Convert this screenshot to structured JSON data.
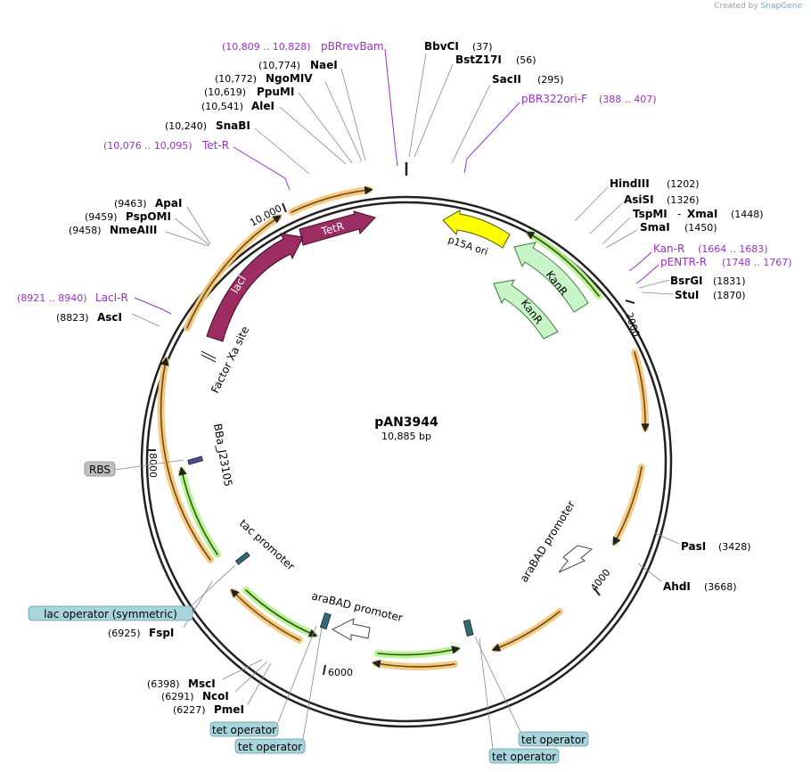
{
  "credit": {
    "prefix": "Created by",
    "brand": "SnapGene"
  },
  "plasmid": {
    "name": "pAN3944",
    "size": "10,885 bp",
    "length": 10885
  },
  "ticks": [
    "2000",
    "4000",
    "6000",
    "8000",
    "10,000"
  ],
  "enzymes_top": [
    {
      "name": "BbvCI",
      "pos": "(37)"
    },
    {
      "name": "BstZ17I",
      "pos": "(56)"
    },
    {
      "name": "SacII",
      "pos": "(295)"
    }
  ],
  "enzymes_right": [
    {
      "name": "HindIII",
      "pos": "(1202)"
    },
    {
      "name": "AsiSI",
      "pos": "(1326)"
    },
    {
      "name": "TspMI",
      "name2": "XmaI",
      "pos": "(1448)"
    },
    {
      "name": "SmaI",
      "pos": "(1450)"
    },
    {
      "name": "BsrGI",
      "pos": "(1831)"
    },
    {
      "name": "StuI",
      "pos": "(1870)"
    },
    {
      "name": "PasI",
      "pos": "(3428)"
    },
    {
      "name": "AhdI",
      "pos": "(3668)"
    }
  ],
  "enzymes_left": [
    {
      "name": "NaeI",
      "pos": "(10,774)"
    },
    {
      "name": "NgoMIV",
      "pos": "(10,772)"
    },
    {
      "name": "PpuMI",
      "pos": "(10,619)"
    },
    {
      "name": "AleI",
      "pos": "(10,541)"
    },
    {
      "name": "SnaBI",
      "pos": "(10,240)"
    },
    {
      "name": "ApaI",
      "pos": "(9463)"
    },
    {
      "name": "PspOMI",
      "pos": "(9459)"
    },
    {
      "name": "NmeAIII",
      "pos": "(9458)"
    },
    {
      "name": "AscI",
      "pos": "(8823)"
    },
    {
      "name": "FspI",
      "pos": "(6925)"
    },
    {
      "name": "MscI",
      "pos": "(6398)"
    },
    {
      "name": "NcoI",
      "pos": "(6291)"
    },
    {
      "name": "PmeI",
      "pos": "(6227)"
    }
  ],
  "primers": [
    {
      "name": "pBRrevBam",
      "range": "(10,809 .. 10,828)"
    },
    {
      "name": "pBR322ori-F",
      "range": "(388 .. 407)"
    },
    {
      "name": "Tet-R",
      "range": "(10,076 .. 10,095)"
    },
    {
      "name": "Kan-R",
      "range": "(1664 .. 1683)"
    },
    {
      "name": "pENTR-R",
      "range": "(1748 .. 1767)"
    },
    {
      "name": "LacI-R",
      "range": "(8921 .. 8940)"
    }
  ],
  "boxes": [
    {
      "label": "RBS"
    },
    {
      "label": "lac operator (symmetric)"
    },
    {
      "label": "tet operator"
    },
    {
      "label": "tet operator"
    },
    {
      "label": "tet operator"
    },
    {
      "label": "tet operator"
    }
  ],
  "features": [
    {
      "label": "TetR"
    },
    {
      "label": "lacI"
    },
    {
      "label": "p15A ori"
    },
    {
      "label": "KanR"
    },
    {
      "label": "KanR"
    },
    {
      "label": "Factor Xa site"
    },
    {
      "label": "BBa_J23105"
    },
    {
      "label": "tac promoter"
    },
    {
      "label": "araBAD promoter"
    },
    {
      "label": "araBAD promoter"
    }
  ],
  "colors": {
    "backbone": "#222222",
    "orange_glow": "#f6c87a",
    "orange_core": "#6b4a1a",
    "green_glow": "#b8f090",
    "green_core": "#2a5a12",
    "tetR": "#9b2d63",
    "lacI": "#9b2d63",
    "ori": "#ffff00",
    "kanR": "#c8f5c8",
    "primer": "#9b30c8",
    "box_gray": "#c0c0c0",
    "box_teal": "#a8d4dc",
    "operator": "#2f6a78"
  }
}
